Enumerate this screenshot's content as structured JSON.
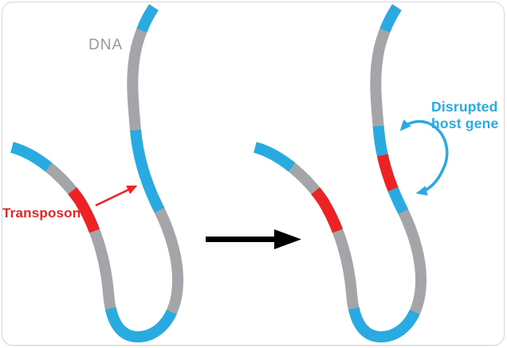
{
  "figure": {
    "dna_label": "DNA",
    "transposon_label": "Transposon",
    "disrupted_label_line1": "Disrupted",
    "disrupted_label_line2": "host gene"
  },
  "colors": {
    "dna_backbone": "#A3A5A8",
    "host_gene_blue": "#29ABE2",
    "transposon_red": "#ED2224",
    "dna_label_gray": "#97999C",
    "black_arrow": "#000000",
    "card_border": "#D7D7D7",
    "background": "#FFFFFF"
  },
  "strands": {
    "left": {
      "gene_dash": "53 200 110 133 106 127 33",
      "transposon_dash": "0 95 58 609"
    },
    "right": {
      "gene_dash": "53 200 110 131 31 45 37 122 33",
      "transposon_dash": "0 95 58 372 45 192"
    }
  },
  "icons": {
    "transition_arrow": "black-right-arrow",
    "transposon_pointer": "red-diagonal-arrow",
    "disruption_bracket": "blue-curved-double-arrow"
  }
}
